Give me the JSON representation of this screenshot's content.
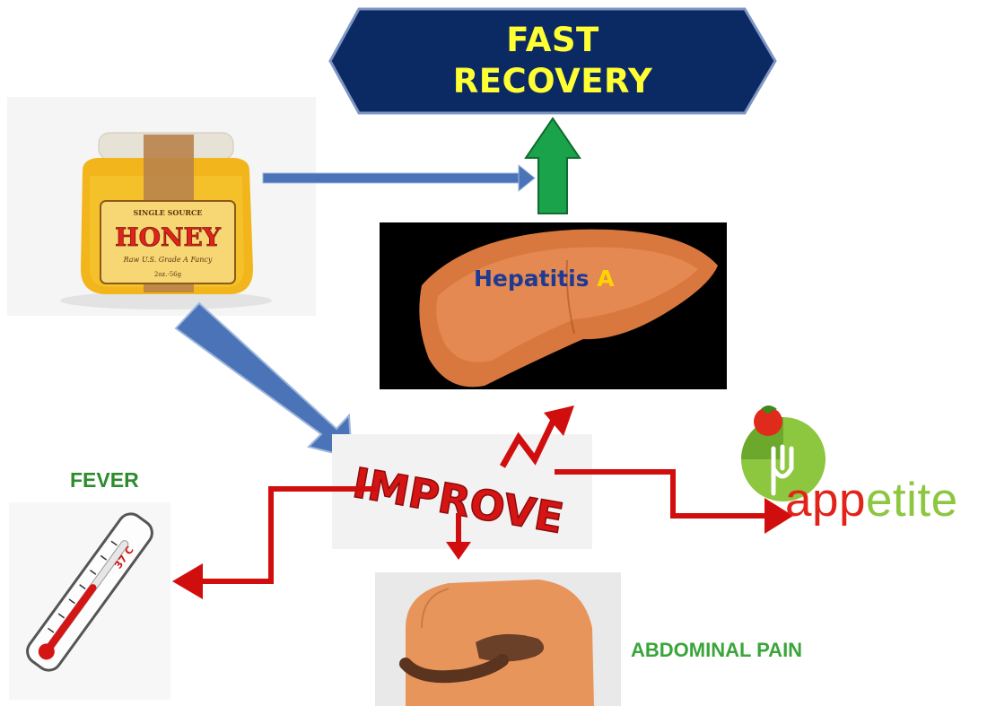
{
  "banner": {
    "line1": "FAST",
    "line2": "RECOVERY"
  },
  "honey_label": {
    "top": "SINGLE SOURCE",
    "main": "HONEY",
    "sub": "Raw U.S. Grade A Fancy",
    "weight": "2oz.·56g"
  },
  "liver": {
    "word": "Hepatitis",
    "letter": "A"
  },
  "improve": {
    "word": "IMPROVE"
  },
  "fever": {
    "label": "FEVER",
    "thermo_reading": "37 C"
  },
  "appetite": {
    "part1": "app",
    "part2": "etite"
  },
  "abdominal": {
    "label": "ABDOMINAL PAIN"
  },
  "colors": {
    "banner_fill": "#0b2a63",
    "banner_text": "#ffff33",
    "arrow_red": "#d10e0e",
    "arrow_blue": "#4a74b7",
    "arrow_green": "#1aa34a",
    "label_green": "#2e8b2e"
  }
}
